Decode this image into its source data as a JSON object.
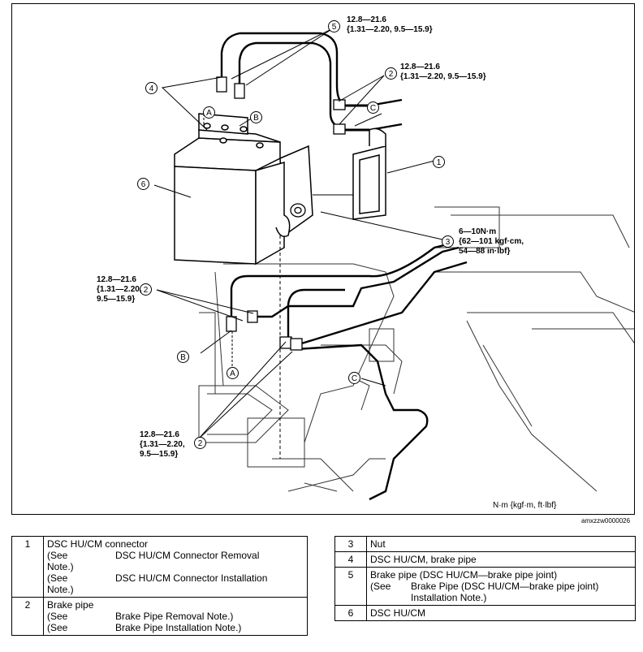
{
  "diagram": {
    "callouts": {
      "c1": "1",
      "c2a": "2",
      "c2b": "2",
      "c2c": "2",
      "c3": "3",
      "c4": "4",
      "c5": "5",
      "c6": "6",
      "A1": "A",
      "A2": "A",
      "B1": "B",
      "B2": "B",
      "C1": "C",
      "C2": "C"
    },
    "torque": {
      "t5": "12.8—21.6\n{1.31—2.20, 9.5—15.9}",
      "t2_top": "12.8—21.6\n{1.31—2.20, 9.5—15.9}",
      "t2_left": "12.8—21.6\n{1.31—2.20,\n9.5—15.9}",
      "t2_bottom": "12.8—21.6\n{1.31—2.20,\n9.5—15.9}",
      "t3": "6—10N·m\n{62—101 kgf·cm,\n54—88 in·lbf}"
    },
    "units": "N·m {kgf·m, ft·lbf}",
    "image_code": "amxzzw0000026"
  },
  "legend_left": [
    {
      "num": "1",
      "title": "DSC HU/CM connector",
      "see": [
        {
          "prefix": "(See\nNote.)",
          "text": "DSC HU/CM Connector Removal"
        },
        {
          "prefix": "(See\nNote.)",
          "text": "DSC HU/CM Connector Installation"
        }
      ]
    },
    {
      "num": "2",
      "title": "Brake pipe",
      "see": [
        {
          "prefix": "(See",
          "text": "Brake Pipe Removal Note.)"
        },
        {
          "prefix": "(See",
          "text": "Brake Pipe Installation Note.)"
        }
      ]
    }
  ],
  "legend_right": [
    {
      "num": "3",
      "title": "Nut"
    },
    {
      "num": "4",
      "title": "DSC HU/CM, brake pipe"
    },
    {
      "num": "5",
      "title": "Brake pipe (DSC HU/CM—brake pipe joint)",
      "see_prefix": "(See",
      "see_text": "Brake Pipe (DSC HU/CM—brake pipe joint) Installation Note.)"
    },
    {
      "num": "6",
      "title": "DSC HU/CM"
    }
  ]
}
